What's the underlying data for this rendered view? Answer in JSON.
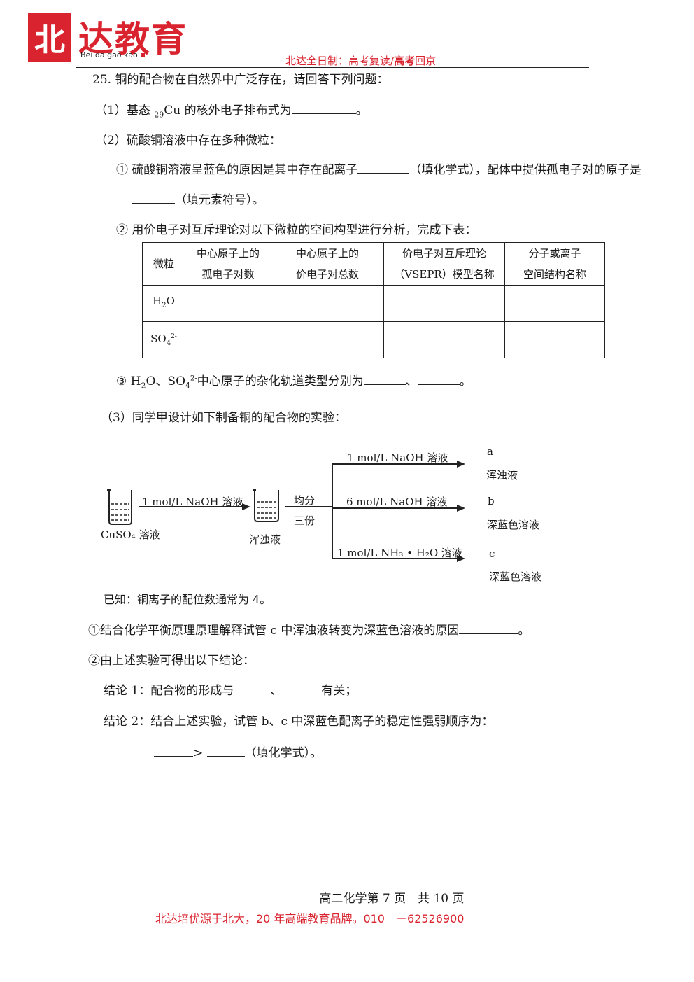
{
  "header": {
    "logo_char": "北",
    "logo_name": "达教育",
    "logo_sub": "Bei da gao kao",
    "slogan_a": "北达全日制：高考复读/",
    "slogan_b": "高考",
    "slogan_c": "回京"
  },
  "question": {
    "intro": "25. 铜的配合物在自然界中广泛存在，请回答下列问题：",
    "p1_a": "（1）基态 ",
    "p1_sub": "29",
    "p1_b": "Cu 的核外电子排布式为",
    "p1_end": "。",
    "p2": "（2）硫酸铜溶液中存在多种微粒：",
    "p2_1a": "① 硫酸铜溶液呈蓝色的原因是其中存在配离子",
    "p2_1b": "（填化学式），配体中提供孤电子对的原子是",
    "p2_1c": "（填元素符号）。",
    "p2_2": "② 用价电子对互斥理论对以下微粒的空间构型进行分析，完成下表：",
    "p2_3a": "③ H",
    "p2_3sub1": "2",
    "p2_3b": "O、SO",
    "p2_3sub2": "4",
    "p2_3sup": "2-",
    "p2_3c": "中心原子的杂化轨道类型分别为",
    "p2_3sep": "、",
    "p2_3end": "。",
    "p3": "（3）同学甲设计如下制备铜的配合物的实验：",
    "known": "已知：铜离子的配位数通常为 4。",
    "q1": "①结合化学平衡原理原理解释试管 c 中浑浊液转变为深蓝色溶液的原因",
    "q1_end": "。",
    "q2": "②由上述实验可得出以下结论：",
    "c1a": "结论 1：配合物的形成与",
    "c1sep": "、",
    "c1b": "有关；",
    "c2": "结论 2：结合上述实验，试管 b、c 中深蓝色配离子的稳定性强弱顺序为：",
    "c2gt": ">",
    "c2end": "（填化学式）。"
  },
  "table": {
    "headers": [
      [
        "微粒",
        ""
      ],
      [
        "中心原子上的",
        "孤电子对数"
      ],
      [
        "中心原子上的",
        "价电子对总数"
      ],
      [
        "价电子对互斥理论",
        "（VSEPR）模型名称"
      ],
      [
        "分子或离子",
        "空间结构名称"
      ]
    ],
    "rows": [
      {
        "a": "H",
        "sub": "2",
        "b": "O",
        "sup": ""
      },
      {
        "a": "SO",
        "sub": "4",
        "b": "",
        "sup": "2-"
      }
    ]
  },
  "diagram": {
    "beaker1": "CuSO₄ 溶液",
    "arrow1": "1 mol/L NaOH 溶液",
    "beaker2": "浑浊液",
    "split1": "均分",
    "split2": "三份",
    "branch_a": "1 mol/L NaOH 溶液",
    "branch_b": "6 mol/L NaOH 溶液",
    "branch_c": "1 mol/L NH₃ • H₂O 溶液",
    "label_a": "a",
    "result_a": "浑浊液",
    "label_b": "b",
    "result_b": "深蓝色溶液",
    "label_c": "c",
    "result_c": "深蓝色溶液"
  },
  "footer": {
    "page": "高二化学第 7 页　共 10 页",
    "promo": "北达培优源于北大，20 年高端教育品牌。010　－62526900"
  },
  "colors": {
    "brand": "#d9232e",
    "text": "#1a1a1a"
  }
}
